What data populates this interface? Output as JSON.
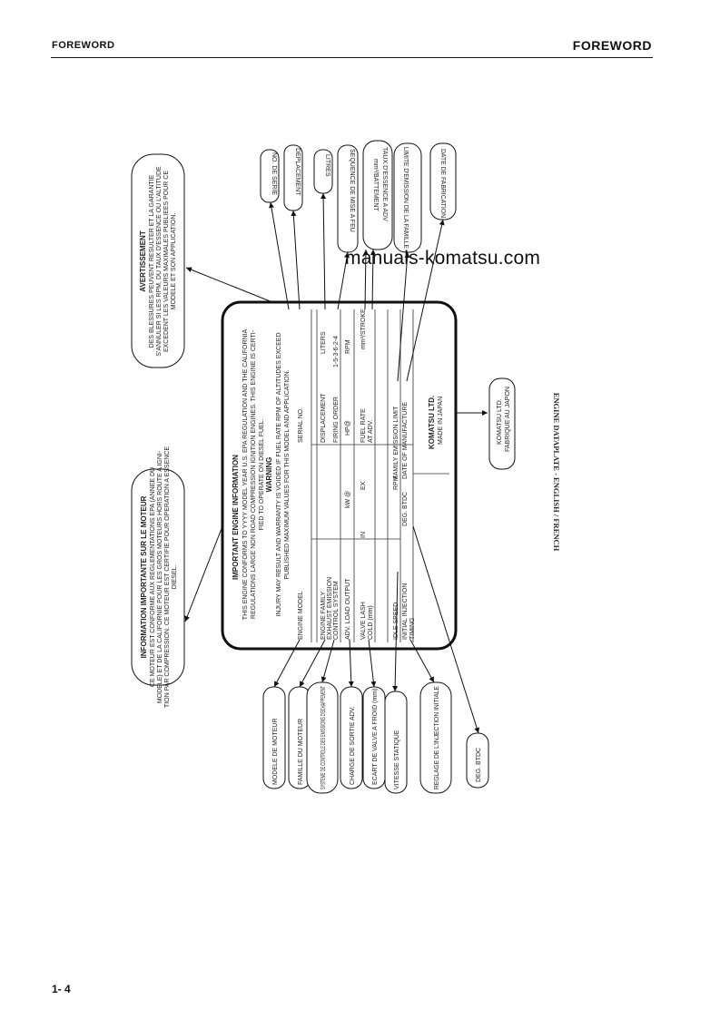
{
  "header": {
    "left": "FOREWORD",
    "right": "FOREWORD"
  },
  "watermark": "manuals-komatsu.com",
  "page_number": "1- 4",
  "figure": {
    "caption": "ENGINE DATAPLATE - ENGLISH / FRENCH",
    "plate": {
      "title": "IMPORTANT ENGINE INFORMATION",
      "line1": "THIS ENGINE CONFORMS TO YYYY MODEL YEAR U.S. EPA REGULATION AND THE CALIFORNIA",
      "line2": "REGULATIONS LARGE NON ROAD COMPRESSION IGNITION ENGINES. THIS ENGINE IS CERTI-",
      "line3": "FIED TO OPERATE ON DIESEL FUEL.",
      "warning_title": "WARNING",
      "warning1": "INJURY MAY RESULT AND WARRANTY IS VOIDED IF FUEL RATE RPM OF ALTITUDES EXCEED",
      "warning2": "PUBLISHED MAXIMUM VALUES FOR THIS MODEL AND APPLICATION.",
      "rows": {
        "engine_model": "ENGINE MODEL",
        "serial_no": "SERIAL NO.",
        "engine_family": "ENGINE FAMILY",
        "displacement": "DISPLACEMENT",
        "displacement_unit": "LITERS",
        "exhaust_emission": "EXHAUST EMISSION",
        "control_system": "CONTROL SYSTEM",
        "firing_order": "FIRING ORDER",
        "firing_value": "1-5-3-6-2-4",
        "adv_load": "ADV. LOAD OUTPUT",
        "kw": "kW @",
        "hp": "HP@",
        "rpm": "RPM",
        "valve_lash": "VALVE LASH",
        "cold_mm": "COLD (mm)",
        "in": "IN",
        "ex": "EX",
        "fuel_rate": "FUEL RATE",
        "at_adv": "AT ADV.",
        "mm_stroke": "mm³/STROKE",
        "idle_speed": "IDLE SPEED",
        "rpm2": "RPM",
        "family_emission": "FAMILY EMISSION LIMIT",
        "initial_injection": "INITIAL INJECTION",
        "timing": "TIMING",
        "deg_btdc": "DEG. BTDC",
        "date_of_manufacture": "DATE OF MANUFACTURE",
        "company": "KOMATSU LTD.",
        "made_in": "MADE IN JAPAN"
      }
    },
    "callouts_left": {
      "info_title": "INFORMATION IMPORTANTE SUR LE MOTEUR",
      "info1": "CE MOTEUR EST CONFORME AUX REGLEMENTATIONS EPA (ANNEE DU",
      "info2": "MODELE) ET DE LA CALIFORNIE POUR LES GROS MOTEURS HORS ROUTE A IGNI-",
      "info3": "TION PAR COMPRESSION. CE MOTEUR EST CERTIFIE POUR OPERATION A ESSENCE",
      "info4": "DIESEL.",
      "avert_title": "AVERTISSEMENT",
      "avert1": "DES BLESSURES PEUVENT RESULTER ET LA GARANTIE",
      "avert2": "S'ANNULER SI LES RPM, DU TAUX D'ESSENCE OU L'ALTITUDE",
      "avert3": "EXCEDENT LES VALEURS MAXIMALES PUBLIEES POUR CE",
      "avert4": "MODELE ET SON APPLICATION."
    },
    "callouts_bottom": [
      "MODELE DE MOTEUR",
      "FAMILLE DU MOTEUR",
      "SYSTEME DE CONTROLE DES EMISSIONS D'ECHAPPEMENT",
      "CHARGE DE SORTIE ADV.",
      "ECART DE VALVE A FROID (mm)",
      "VITESSE STATIQUE",
      "REGLAGE DE L'INJECTION INITIALE",
      "DEG. BTDC"
    ],
    "callouts_top": [
      "NO. DE SERIE",
      "DEPLACEMENT",
      "LITRES",
      "SEQUENCE DE MISE A FEU",
      "TAUX D'ESSENCE A ADV",
      "mm³/BATTEMENT",
      "LIMITE D'EMISSION DE LA FAMILLE",
      "DATE DE FABRICATION"
    ],
    "callout_right": {
      "line1": "KOMATSU LTD.",
      "line2": "FABRIQUE AU JAPON"
    }
  }
}
